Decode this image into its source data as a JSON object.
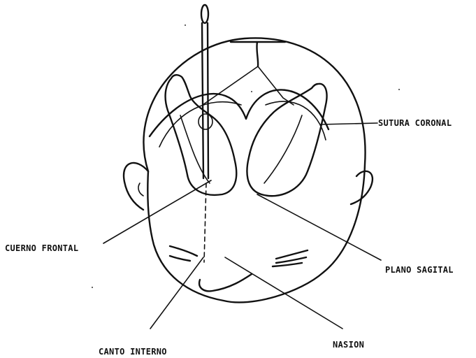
{
  "labels": {
    "sutura_coronal": "SUTURA CORONAL",
    "cuerno_frontal": "CUERNO FRONTAL",
    "plano_sagital": "PLANO SAGITAL",
    "nasion": "NASION",
    "canto_interno": "CANTO INTERNO"
  },
  "colors": {
    "ink": "#111111",
    "background": "#ffffff"
  }
}
